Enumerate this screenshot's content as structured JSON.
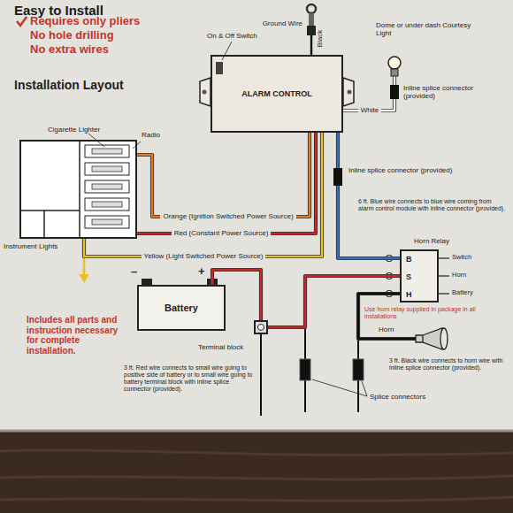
{
  "diagram": {
    "title": "Easy to Install",
    "nodes": [
      {
        "text": [
          "Dome or under dash Courtesy Light"
        ]
      },
      {
        "text": [
          "ALARM CONTROL"
        ]
      },
      {
        "text": [
          "Cigarette Lighter"
        ]
      },
      {
        "text": [
          "Horn Relay",
          "B",
          "S",
          "H"
        ]
      },
      {
        "text": [
          "Battery"
        ]
      },
      {
        "text": [
          "Terminal block"
        ]
      },
      {
        "text": [
          "Horn"
        ]
      }
    ],
    "edges": [
      {
        "from": 1,
        "to": 2,
        "arrow": "none",
        "label": "Orange (Ignition Switched Power Source)"
      },
      {
        "from": 1,
        "to": 2,
        "arrow": "none",
        "label": "Red (Constant Power Source)"
      },
      {
        "from": 1,
        "to": 2,
        "arrow": "none",
        "label": "Yellow (Light Switched Power Source)"
      },
      {
        "from": 1,
        "to": 0,
        "arrow": "none",
        "label": "White"
      },
      {
        "from": 1,
        "to": 3,
        "arrow": "none"
      },
      {
        "from": 3,
        "to": 5,
        "arrow": "none"
      },
      {
        "from": 3,
        "to": 6,
        "arrow": "none"
      },
      {
        "from": 4,
        "to": 5,
        "arrow": "none"
      }
    ],
    "labels": [
      "Requires only pliers",
      "No hole drilling",
      "No extra wires",
      "Installation Layout",
      "Ground Wire",
      "Black",
      "On & Off Switch",
      "Inline splice connector (provided)",
      "Radio",
      "Inline splice connector (provided)",
      "6 ft. Blue wire connects to blue wire coming from alarm control module with inline connector (provided).",
      "Switch",
      "Horn",
      "Battery",
      "Instrument Lights",
      "–",
      "+",
      "Use horn relay supplied in package in all installations",
      "Includes all parts and instruction necessary for complete installation.",
      "3 ft. Red wire connects to small wire going to positive side of battery or to small wire going to battery terminal block with inline splice connector (provided).",
      "3 ft. Black wire connects to horn wire with inline splice connector (provided).",
      "Splice connectors"
    ]
  }
}
